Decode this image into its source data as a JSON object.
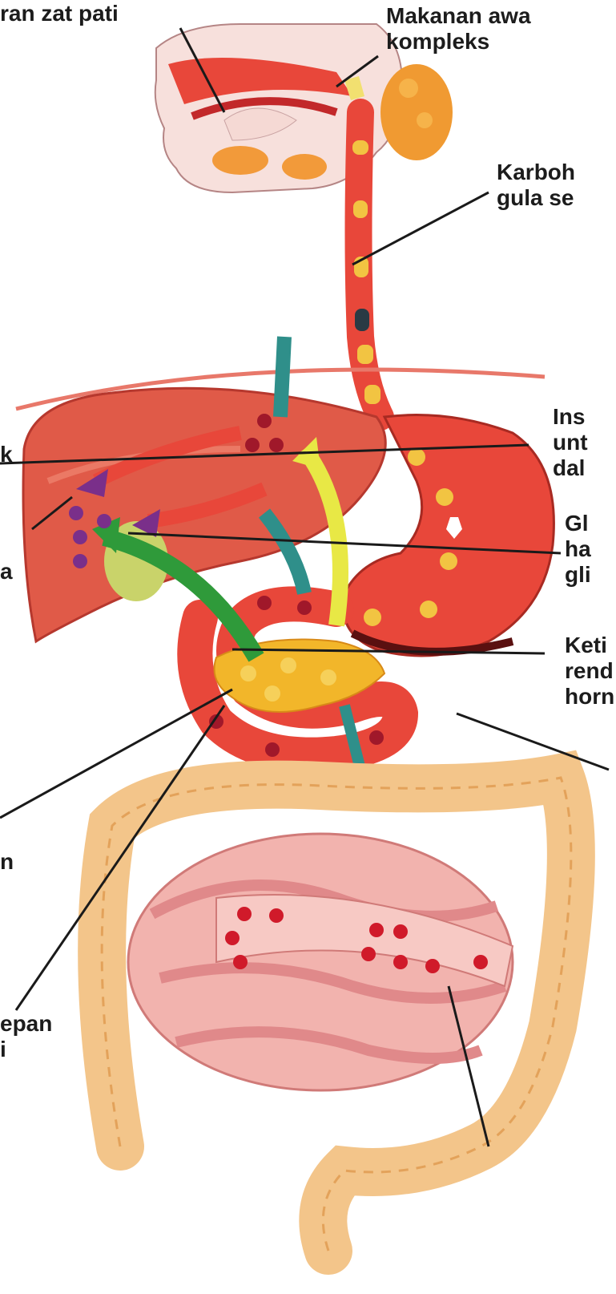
{
  "labels": {
    "top_left": "ran zat pati",
    "top_right_1": "Makanan awa",
    "top_right_2": "kompleks",
    "carb_1": "Karboh",
    "carb_2": "gula se",
    "insulin_1": "Ins",
    "insulin_2": "unt",
    "insulin_3": "dal",
    "glucagon_1": "Gl",
    "glucagon_2": "ha",
    "glucagon_3": "gli",
    "low_1": "Keti",
    "low_2": "rend",
    "low_3": "horn",
    "left_1": "k",
    "left_2": "a",
    "left_3": "n",
    "left_4": "epan",
    "left_5": "i"
  },
  "colors": {
    "organ_red": "#e8473a",
    "organ_light": "#f6a090",
    "intestine_pink": "#f2b3ae",
    "colon_tan": "#f3c58a",
    "pancreas_yellow": "#f2b62a",
    "yellow_arrow": "#e8e845",
    "green_arrow": "#2f9a3a",
    "teal_vessel": "#2f8f8a",
    "purple_arrow": "#7a2f8a",
    "dot_dark": "#a0182a",
    "leader_line": "#1a1a1a"
  }
}
